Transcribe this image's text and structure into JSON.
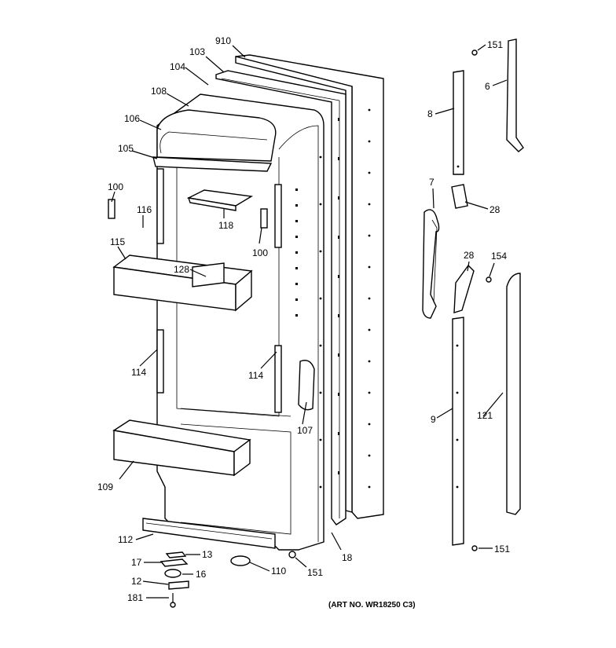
{
  "diagram": {
    "art_number": "(ART NO. WR18250 C3)",
    "labels": {
      "p910": "910",
      "p103": "103",
      "p104": "104",
      "p108": "108",
      "p106": "106",
      "p105": "105",
      "p100a": "100",
      "p116": "116",
      "p118": "118",
      "p100b": "100",
      "p115": "115",
      "p128": "128",
      "p114a": "114",
      "p114b": "114",
      "p107": "107",
      "p109": "109",
      "p112": "112",
      "p17": "17",
      "p13": "13",
      "p16": "16",
      "p12": "12",
      "p181": "181",
      "p110": "110",
      "p151a": "151",
      "p18": "18",
      "p151b": "151",
      "p6": "6",
      "p8": "8",
      "p7": "7",
      "p28a": "28",
      "p28b": "28",
      "p154": "154",
      "p9": "9",
      "p121": "121",
      "p151c": "151"
    }
  }
}
